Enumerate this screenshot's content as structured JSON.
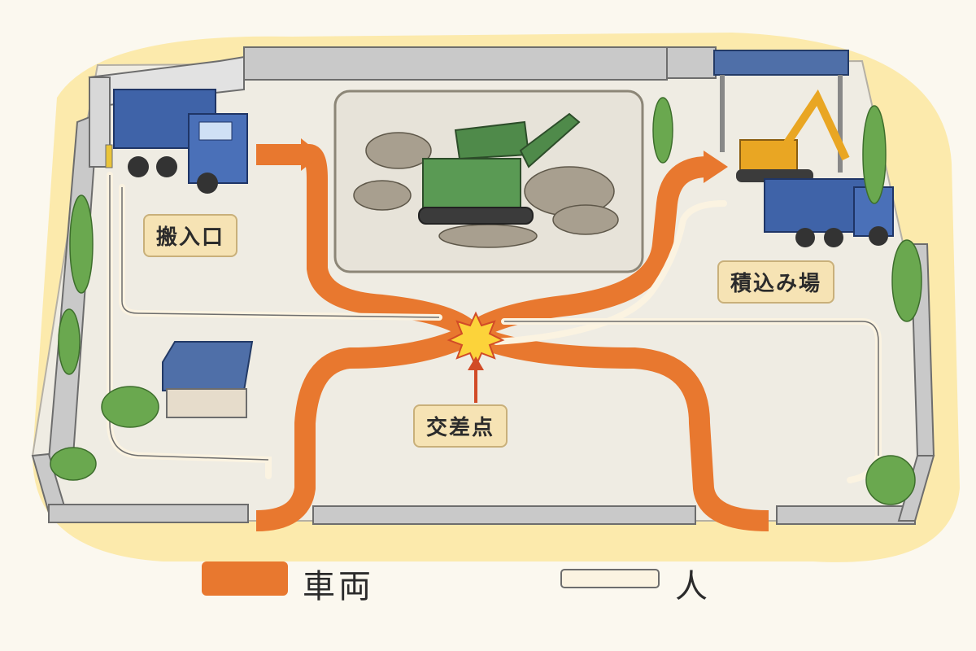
{
  "labels": {
    "entrance": "搬入口",
    "loading_area": "積込み場",
    "intersection": "交差点"
  },
  "legend": [
    {
      "key": "vehicle",
      "text": "車両",
      "color": "#e8782f"
    },
    {
      "key": "person",
      "text": "人",
      "color": "#fbf3e1"
    }
  ],
  "colors": {
    "vehicle_path": "#e8782f",
    "person_path": "#fbf3e1",
    "crusher": "#4f8a4a",
    "truck": "#3f63a8",
    "excavator": "#e9a623",
    "roof": "#4f6fa8",
    "tree": "#6aa84f",
    "ground": "#efece3",
    "highlight": "#fbe8a0"
  }
}
